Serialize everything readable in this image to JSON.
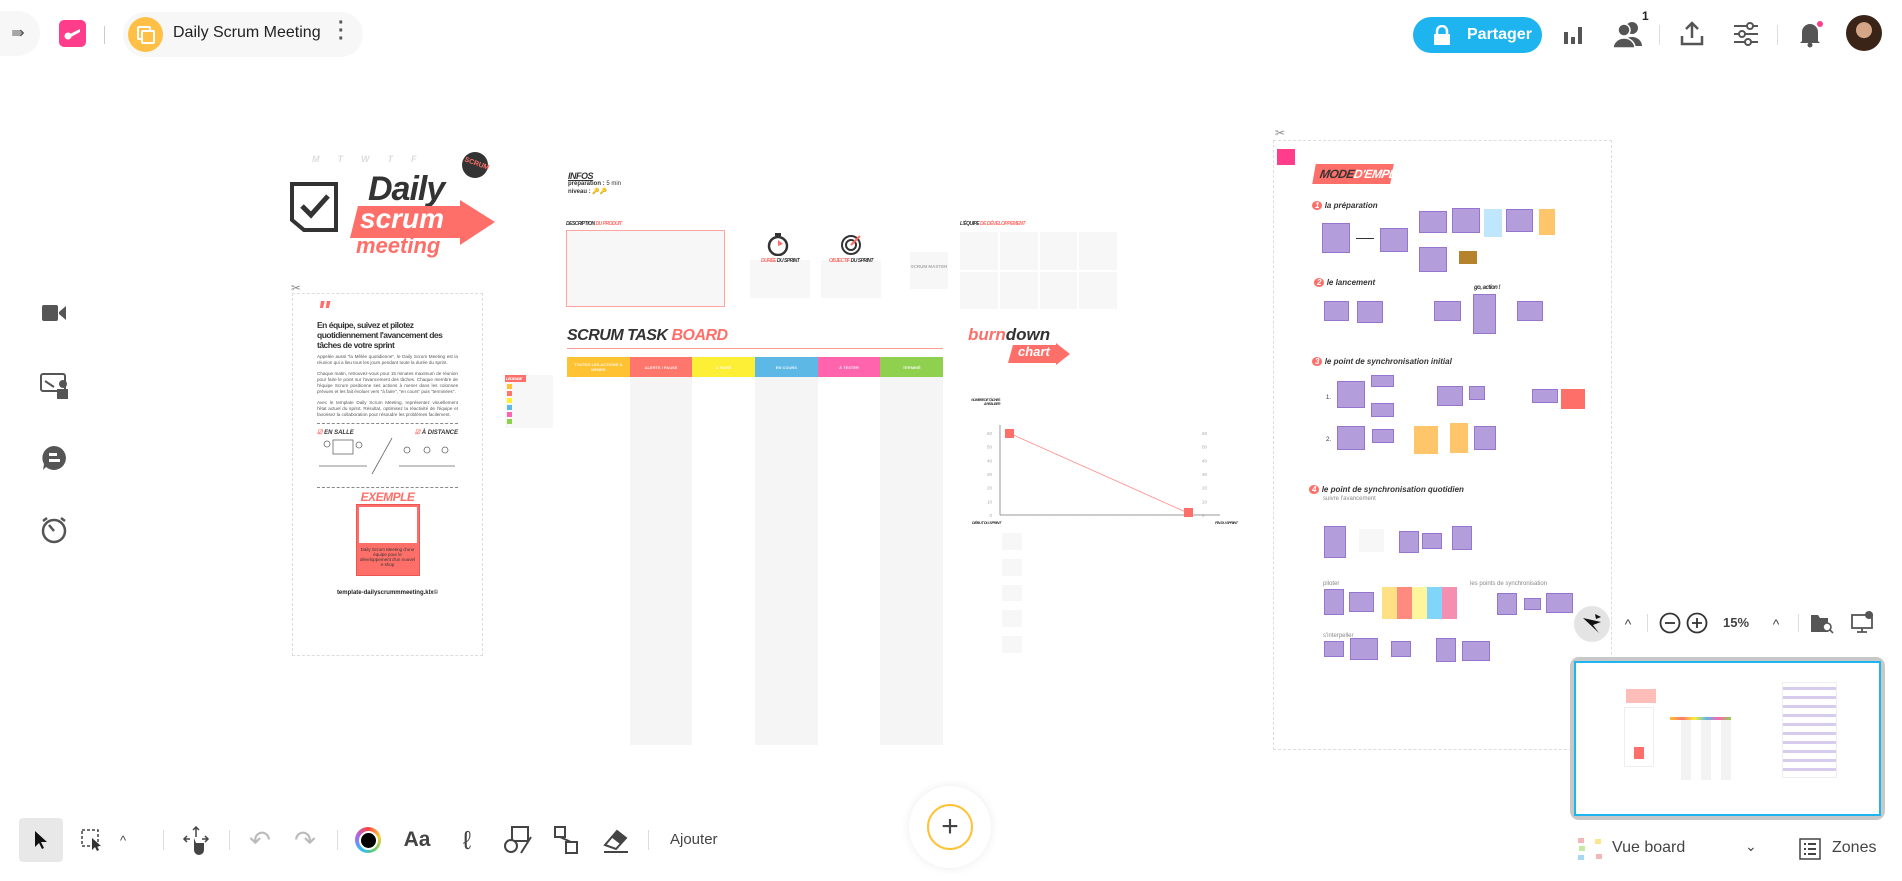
{
  "header": {
    "board_title": "Daily Scrum Meeting",
    "share_label": "Partager",
    "collaborators_count": "1",
    "accent": "#1eb4ef"
  },
  "canvas": {
    "logo": {
      "line1": "Daily",
      "line2": "scrum",
      "line3": "meeting",
      "weekdays": [
        "M",
        "T",
        "W",
        "T",
        "F"
      ]
    },
    "intro": {
      "heading": "En équipe, suivez et pilotez quotidiennement l'avancement des tâches de votre sprint",
      "p1": "Appelée aussi \"la Mêlée quotidienne\", le Daily Scrum Meeting est la réunion qui a lieu tous les jours pendant toute la durée du sprint.",
      "p2": "Chaque matin, retrouvez-vous pour 15 minutes maximum de réunion pour faire le point sur l'avancement des tâches. Chaque membre de l'équipe Scrum positionne ses actions à mener dans les colonnes prévues et les fait évoluer vers \"à faire\", \"en cours\" puis \"terminées\".",
      "p3": "Avec le template Daily Scrum Meeting, représentez visuellement l'état actuel du sprint. Résultat, optimisez la réactivité de l'équipe et favorisez la collaboration pour résoudre les problèmes facilement.",
      "in_room": "EN SALLE",
      "remote": "À DISTANCE",
      "example_title": "EXEMPLE",
      "example_caption": "Daily Scrum Meeting d'une équipe pour le développement d'un nouvel e-shop",
      "footer": "template-dailyscrummmeeting.klx©"
    },
    "legend_title": "LÉGENDE",
    "infos": {
      "title": "INFOS",
      "prep_label": "préparation :",
      "prep_value": "5 min",
      "level_label": "niveau :"
    },
    "description_label": "DESCRIPTION",
    "description_accent": "DU PRODUIT",
    "duration_label": "DURÉE",
    "duration_accent": "DU SPRINT",
    "goal_label": "OBJECTIF",
    "goal_accent": "DU SPRINT",
    "scrum_master": "SCRUM MASTER",
    "board_title": "SCRUM TASK",
    "board_accent": "BOARD",
    "columns": [
      {
        "label": "TOUTES LES ACTIONS À MENER",
        "color": "#ffc233"
      },
      {
        "label": "ALERTE / PAUSE",
        "color": "#ff766c"
      },
      {
        "label": "À FAIRE",
        "color": "#fdee36"
      },
      {
        "label": "EN COURS",
        "color": "#5db8e6"
      },
      {
        "label": "À TESTER",
        "color": "#ff64ad"
      },
      {
        "label": "TERMINÉ",
        "color": "#8fd14f"
      }
    ],
    "team_label": "L'ÉQUIPE",
    "team_accent": "DE DÉVELOPPEMENT",
    "burndown": {
      "word1": "burn",
      "word2": "down",
      "word3": "chart",
      "ylabel": "NOMBRE DE TÂCHES À RÉALISER",
      "start": "DÉBUT DU SPRINT",
      "end": "FIN DU SPRINT",
      "ticks": [
        "60",
        "50",
        "40",
        "30",
        "20",
        "10",
        "0"
      ]
    },
    "guide": {
      "title": "MODE",
      "title_accent": "D'EMPLOI",
      "steps": [
        {
          "num": "1",
          "label": "la préparation"
        },
        {
          "num": "2",
          "label": "le lancement"
        },
        {
          "num": "3",
          "label": "le point de synchronisation initial"
        },
        {
          "num": "4",
          "label": "le point de synchronisation quotidien"
        }
      ],
      "sub_follow": "suivre l'avancement",
      "sub_pilot": "piloter",
      "sub_sync": "les points de synchronisation",
      "sub_call": "s'interpeller",
      "go": "go, action !",
      "row1": "1.",
      "row2": "2."
    }
  },
  "toolbar": {
    "add_label": "Ajouter"
  },
  "navigation": {
    "zoom": "15%",
    "view_label": "Vue board",
    "zones_label": "Zones"
  }
}
